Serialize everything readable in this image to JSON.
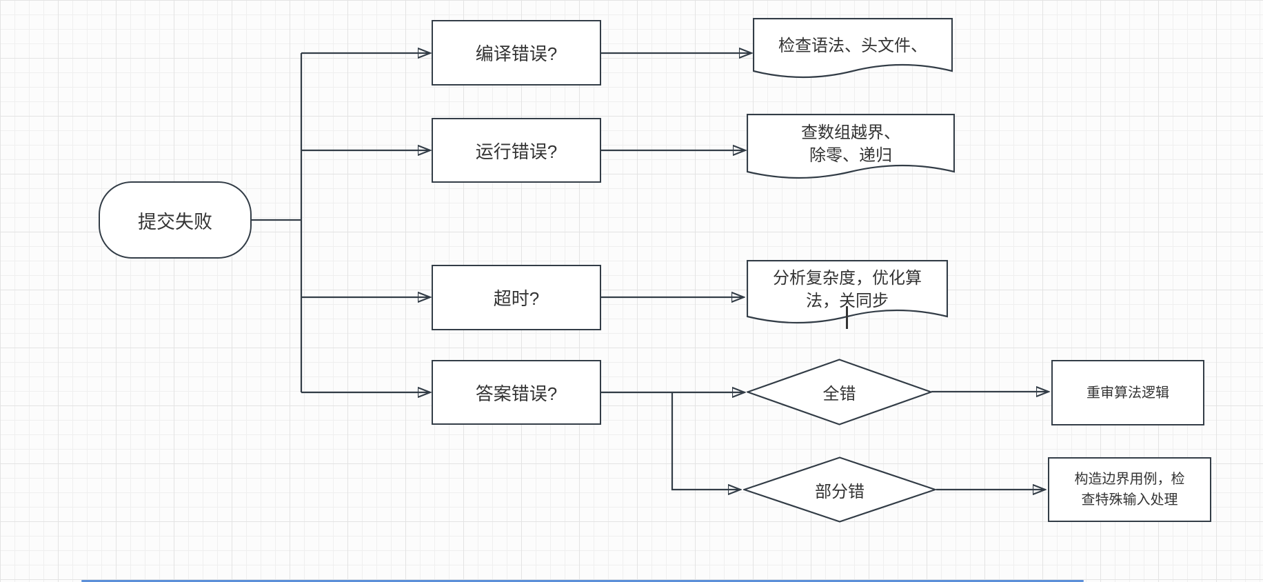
{
  "canvas": {
    "background_color": "#fcfcfc",
    "grid_minor_color": "#efefef",
    "grid_major_color": "#e3e3e3",
    "stroke_color": "#323c46",
    "text_color": "#333333",
    "node_fill_color": "#ffffff",
    "scrollbar_color": "#5b8fd9"
  },
  "flowchart": {
    "start": {
      "label": "提交失败"
    },
    "rows": [
      {
        "question": "编译错误?",
        "remedy_lines": [
          "检查语法、头文件、"
        ]
      },
      {
        "question": "运行错误?",
        "remedy_lines": [
          "查数组越界、",
          "除零、递归"
        ]
      },
      {
        "question": "超时?",
        "remedy_lines": [
          "分析复杂度，优化算",
          "法，关同步"
        ]
      },
      {
        "question": "答案错误?"
      }
    ],
    "answer_branches": [
      {
        "condition": "全错",
        "remedy_lines": [
          "重审算法逻辑"
        ]
      },
      {
        "condition": "部分错",
        "remedy_lines": [
          "构造边界用例，检",
          "查特殊输入处理"
        ]
      }
    ]
  }
}
